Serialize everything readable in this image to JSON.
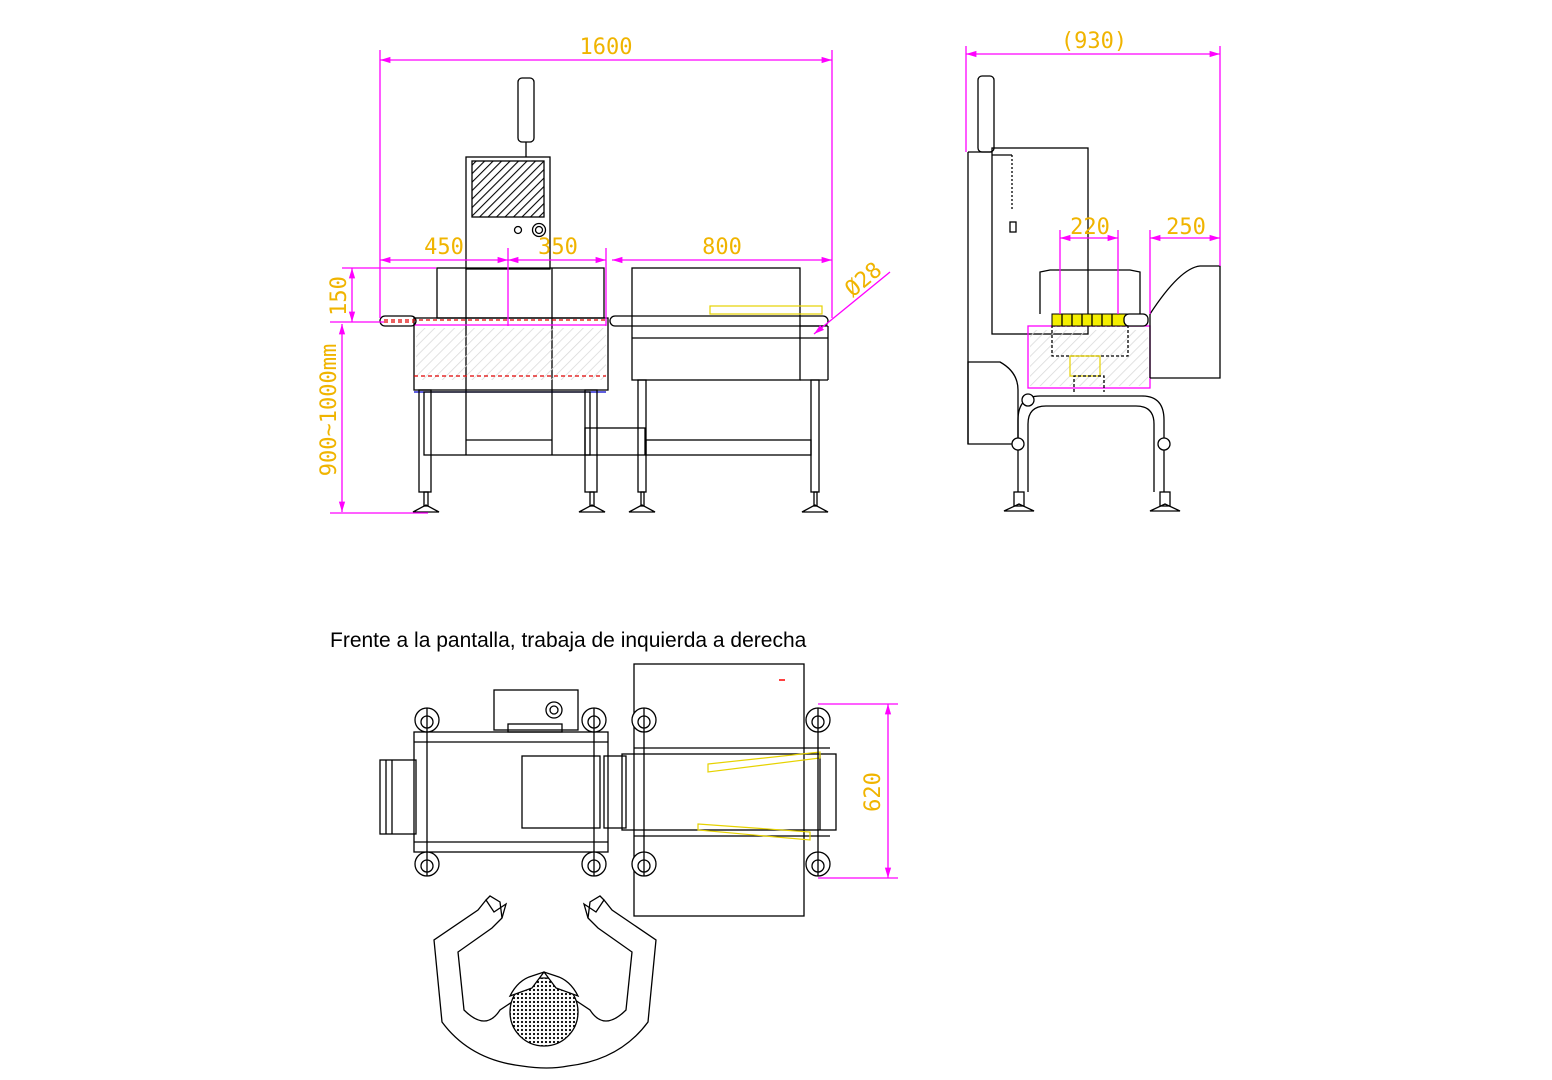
{
  "dimensions": {
    "front_total_width": "1600",
    "front_infeed": "450",
    "front_center": "350",
    "front_outfeed": "800",
    "front_height_offset": "150",
    "front_table_height": "900~1000mm",
    "front_roller_diameter": "Ø28",
    "side_total_depth": "(930)",
    "side_belt_width": "220",
    "side_overhang": "250",
    "top_width": "620"
  },
  "caption": "Frente a la pantalla, trabaja de inquierda a derecha",
  "colors": {
    "dimension_lines": "#ff00ff",
    "dimension_text": "#f0b400",
    "outline": "#000000",
    "hidden_red": "#e00000",
    "belt_yellow": "#e6d200"
  }
}
